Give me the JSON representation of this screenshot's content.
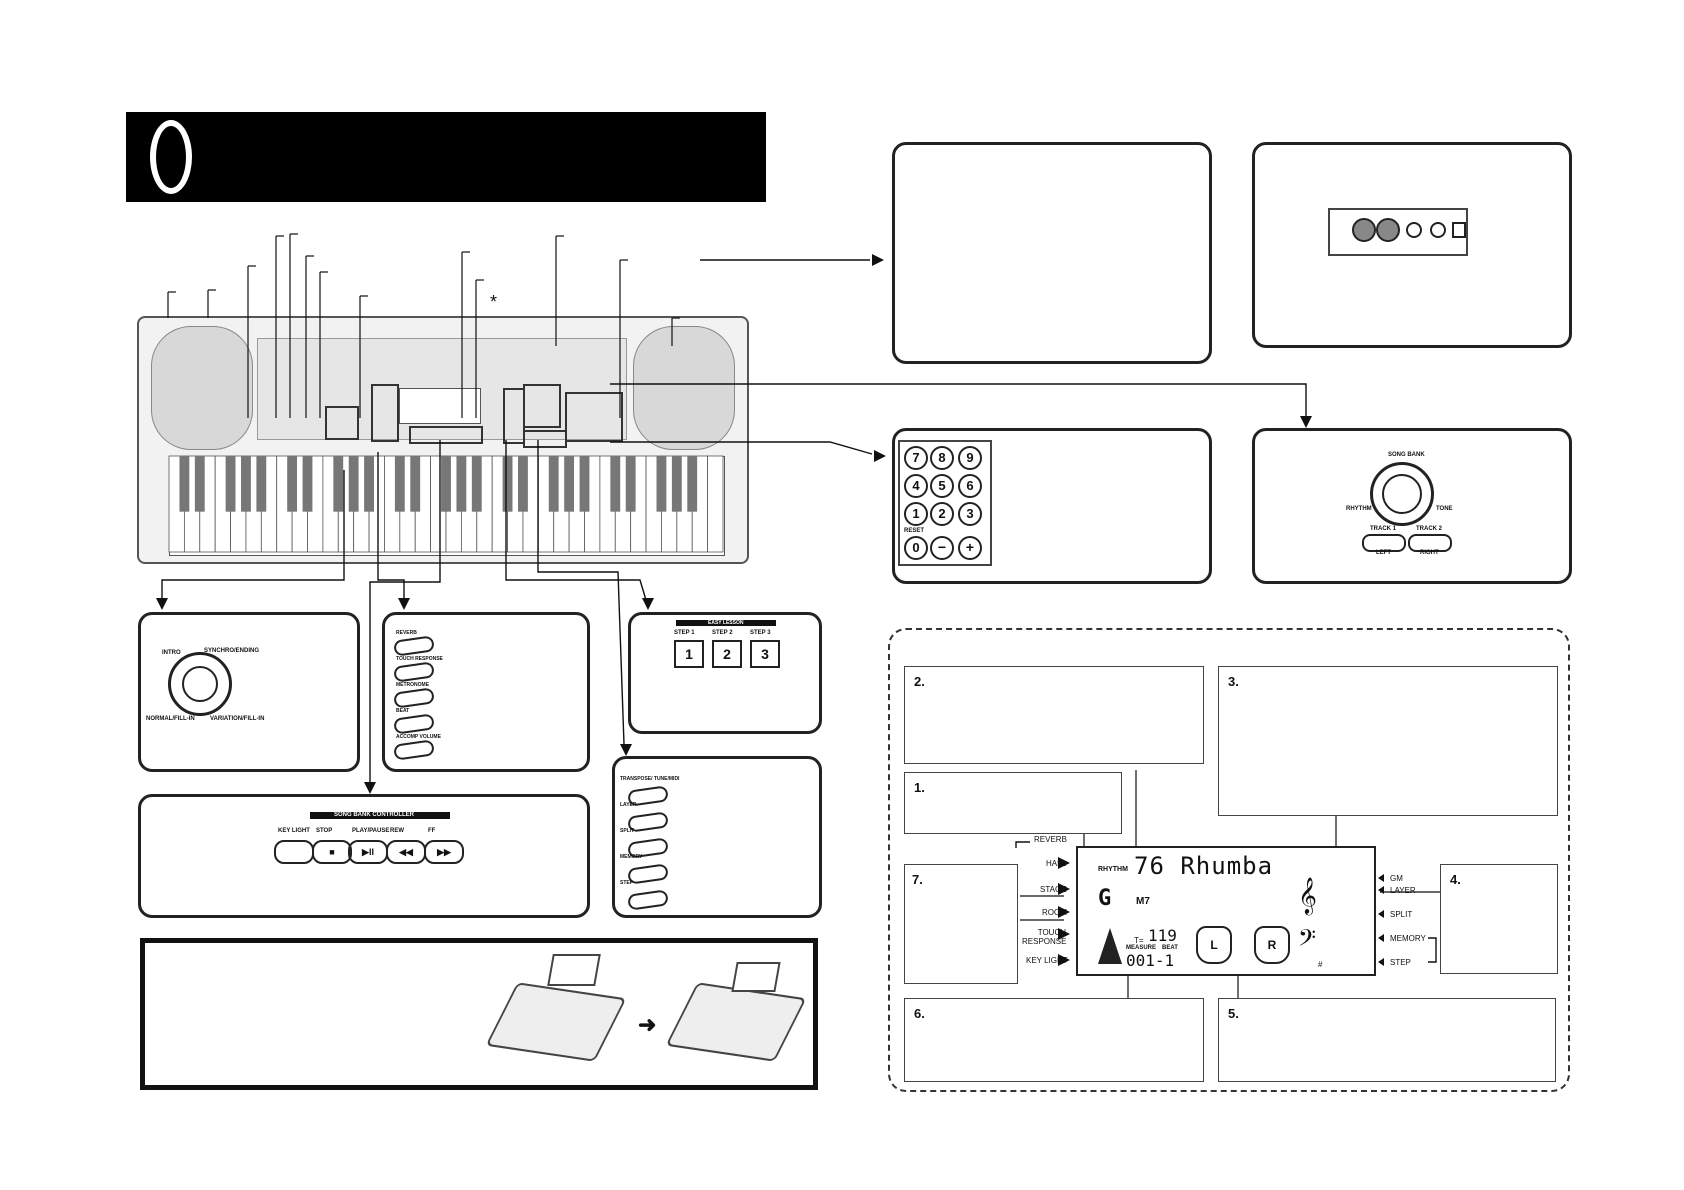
{
  "header": {
    "title_block_color": "#000000"
  },
  "keyboard": {
    "asterisk": "*"
  },
  "rhythm_panel": {
    "intro": "INTRO",
    "synchro_ending": "SYNCHRO/ENDING",
    "normal_fill_in": "NORMAL/FILL-IN",
    "variation_fill_in": "VARIATION/FILL-IN"
  },
  "effects_panel": {
    "reverb": "REVERB",
    "touch_response": "TOUCH RESPONSE",
    "metronome": "METRONOME",
    "beat": "BEAT",
    "accomp_volume": "ACCOMP VOLUME"
  },
  "steps_panel": {
    "header": "EASY LESSON",
    "step1": "STEP 1",
    "step2": "STEP 2",
    "step3": "STEP 3",
    "btn1": "1",
    "btn2": "2",
    "btn3": "3"
  },
  "song_bank_controller": {
    "header": "SONG BANK CONTROLLER",
    "key_light": "KEY LIGHT",
    "stop": "STOP",
    "play_pause": "PLAY/PAUSE",
    "rew": "REW",
    "ff": "FF",
    "stop_icon": "■",
    "play_icon": "▶II",
    "rew_icon": "◀◀",
    "ff_icon": "▶▶"
  },
  "mode_panel": {
    "transpose": "TRANSPOSE/ TUNE/MIDI",
    "layer": "LAYER",
    "split": "SPLIT",
    "memory": "MEMORY",
    "step": "STEP"
  },
  "numpad": {
    "keys": [
      "7",
      "8",
      "9",
      "4",
      "5",
      "6",
      "1",
      "2",
      "3",
      "0"
    ],
    "reset": "RESET",
    "minus": "−",
    "plus": "+"
  },
  "song_bank_dial": {
    "song_bank": "SONG BANK",
    "rhythm": "RHYTHM",
    "tone": "TONE",
    "track1": "TRACK 1",
    "track2": "TRACK 2",
    "left": "LEFT",
    "right": "RIGHT"
  },
  "display": {
    "numbers": {
      "n1": "1.",
      "n2": "2.",
      "n3": "3.",
      "n4": "4.",
      "n5": "5.",
      "n6": "6.",
      "n7": "7."
    },
    "left_labels": {
      "reverb": "REVERB",
      "hall": "HALL",
      "stage": "STAGE",
      "room": "ROOM",
      "touch_response": "TOUCH RESPONSE",
      "key_light": "KEY LIGHT"
    },
    "right_labels": {
      "gm": "GM",
      "layer": "LAYER",
      "split": "SPLIT",
      "memory": "MEMORY",
      "step": "STEP"
    },
    "lcd": {
      "mode": "RHYTHM",
      "main_text": "76 Rhumba",
      "chord_root": "G",
      "chord_type": "M7",
      "tempo_prefix": "T=",
      "tempo": "119",
      "measure": "MEASURE",
      "beat": "BEAT",
      "counter": "001-1",
      "left_hand": "L",
      "right_hand": "R",
      "sharp": "#"
    }
  }
}
